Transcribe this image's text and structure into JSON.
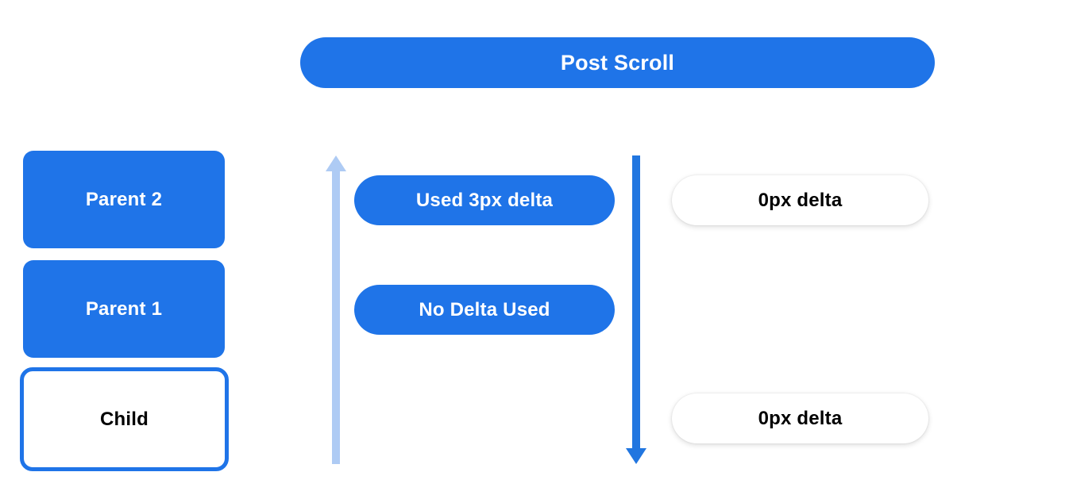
{
  "page": {
    "title": "Post Scroll",
    "background": "#ffffff"
  },
  "colors": {
    "brand_blue": "#1f74e8",
    "arrow_light_blue": "#aecbf4",
    "arrow_dark_blue": "#2176e0",
    "text_on_blue": "#ffffff",
    "text_dark": "#000000"
  },
  "header": {
    "label": "Post Scroll"
  },
  "hierarchy": {
    "nodes": [
      {
        "label": "Parent 2",
        "style": "filled"
      },
      {
        "label": "Parent 1",
        "style": "filled"
      },
      {
        "label": "Child",
        "style": "outlined"
      }
    ]
  },
  "arrows": [
    {
      "name": "scroll-up-arrow",
      "direction": "up",
      "color": "#aecbf4"
    },
    {
      "name": "scroll-down-arrow",
      "direction": "down",
      "color": "#2176e0"
    }
  ],
  "middle_column": {
    "pills": [
      {
        "label": "Used 3px delta"
      },
      {
        "label": "No Delta Used"
      }
    ]
  },
  "right_column": {
    "pills": [
      {
        "label": "0px delta"
      },
      {
        "label": "0px delta"
      }
    ]
  }
}
